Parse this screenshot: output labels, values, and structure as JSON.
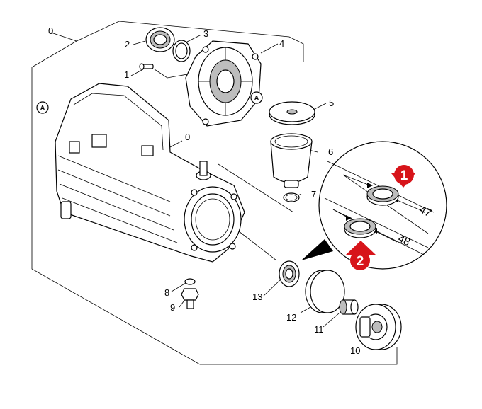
{
  "diagram": {
    "assembly_label": "0",
    "housing_label": "0",
    "parts": [
      {
        "id": "p1",
        "label": "1"
      },
      {
        "id": "p2",
        "label": "2"
      },
      {
        "id": "p3",
        "label": "3"
      },
      {
        "id": "p4",
        "label": "4"
      },
      {
        "id": "p5",
        "label": "5"
      },
      {
        "id": "p6",
        "label": "6"
      },
      {
        "id": "p7",
        "label": "7"
      },
      {
        "id": "p8",
        "label": "8"
      },
      {
        "id": "p9",
        "label": "9"
      },
      {
        "id": "p10",
        "label": "10"
      },
      {
        "id": "p11",
        "label": "11"
      },
      {
        "id": "p12",
        "label": "12"
      },
      {
        "id": "p13",
        "label": "13"
      }
    ],
    "reference_marks": [
      "A",
      "A"
    ],
    "detail": {
      "badge_1": "1",
      "badge_2": "2",
      "dim_1": "47",
      "dim_2": "48"
    },
    "colors": {
      "badge": "#d7141a",
      "badge_arrow": "#d7141a",
      "line": "#000000",
      "shade": "#bdbdbd"
    }
  }
}
